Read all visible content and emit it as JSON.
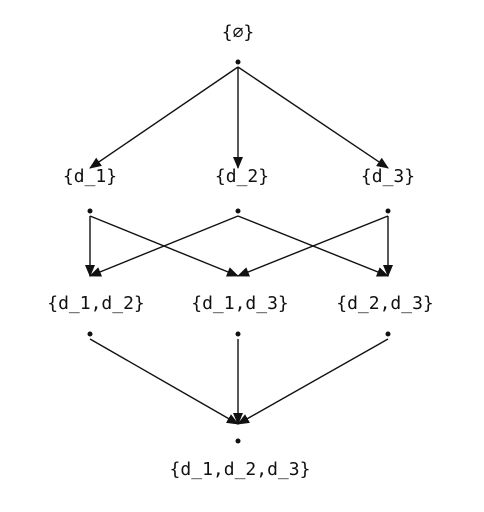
{
  "diagram": {
    "type": "hasse-diagram",
    "nodes": [
      {
        "id": "empty",
        "label": "{∅}"
      },
      {
        "id": "d1",
        "label": "{d_1}"
      },
      {
        "id": "d2",
        "label": "{d_2}"
      },
      {
        "id": "d3",
        "label": "{d_3}"
      },
      {
        "id": "d1d2",
        "label": "{d_1,d_2}"
      },
      {
        "id": "d1d3",
        "label": "{d_1,d_3}"
      },
      {
        "id": "d2d3",
        "label": "{d_2,d_3}"
      },
      {
        "id": "d1d2d3",
        "label": "{d_1,d_2,d_3}"
      }
    ],
    "edges": [
      {
        "from": "empty",
        "to": "d1"
      },
      {
        "from": "empty",
        "to": "d2"
      },
      {
        "from": "empty",
        "to": "d3"
      },
      {
        "from": "d1",
        "to": "d1d2"
      },
      {
        "from": "d1",
        "to": "d1d3"
      },
      {
        "from": "d2",
        "to": "d1d2"
      },
      {
        "from": "d2",
        "to": "d2d3"
      },
      {
        "from": "d3",
        "to": "d1d3"
      },
      {
        "from": "d3",
        "to": "d2d3"
      },
      {
        "from": "d1d2",
        "to": "d1d2d3"
      },
      {
        "from": "d1d3",
        "to": "d1d2d3"
      },
      {
        "from": "d2d3",
        "to": "d1d2d3"
      }
    ]
  }
}
